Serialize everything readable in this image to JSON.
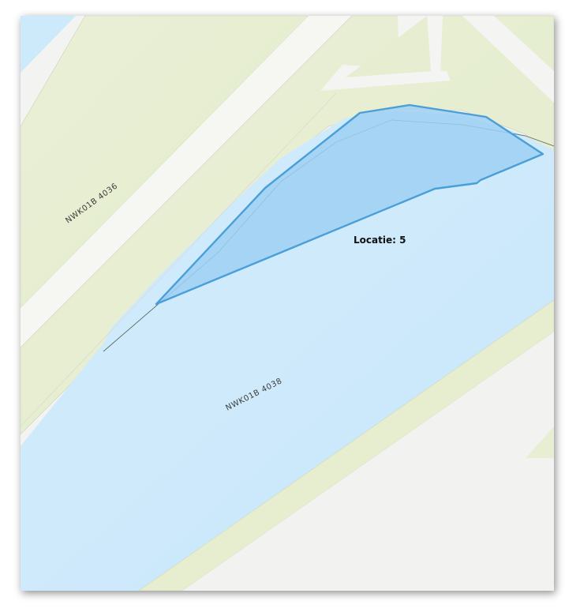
{
  "map": {
    "parcels": [
      {
        "label": "NWK01B 4036"
      },
      {
        "label": "NWK01B 4038"
      }
    ],
    "selection": {
      "label": "Locatie: 5"
    },
    "colors": {
      "water": "#cdeafb",
      "land": "#e8efd4",
      "road": "#f4f4f2",
      "selection_fill": "#9fd0f3",
      "selection_stroke": "#4a9fd8",
      "parcel_line": "#5f6c63"
    }
  }
}
